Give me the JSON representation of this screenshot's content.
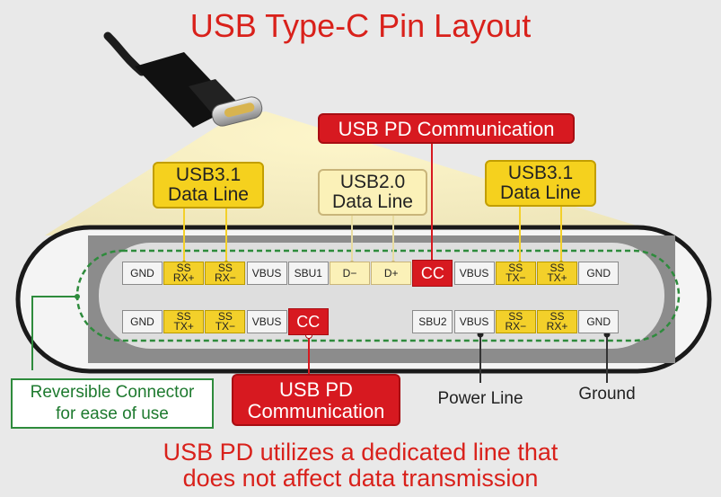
{
  "title": "USB Type-C Pin Layout",
  "callouts": {
    "usb31_left": [
      "USB3.1",
      "Data Line"
    ],
    "usb20": [
      "USB2.0",
      "Data Line"
    ],
    "usb31_right": [
      "USB3.1",
      "Data Line"
    ],
    "pd_top": "USB PD Communication",
    "pd_bottom": [
      "USB PD",
      "Communication"
    ],
    "reversible": [
      "Reversible Connector",
      "for ease of use"
    ],
    "power_line": "Power Line",
    "ground": "Ground"
  },
  "footer": [
    "USB PD utilizes a dedicated line that",
    "does not affect data transmission"
  ],
  "pins_top": [
    {
      "label": [
        "GND"
      ],
      "kind": "plain"
    },
    {
      "label": [
        "SS",
        "RX+"
      ],
      "kind": "ss"
    },
    {
      "label": [
        "SS",
        "RX−"
      ],
      "kind": "ss"
    },
    {
      "label": [
        "VBUS"
      ],
      "kind": "plain"
    },
    {
      "label": [
        "SBU1"
      ],
      "kind": "plain"
    },
    {
      "label": [
        "D−"
      ],
      "kind": "d"
    },
    {
      "label": [
        "D+"
      ],
      "kind": "d"
    },
    {
      "label": [
        "CC"
      ],
      "kind": "cc"
    },
    {
      "label": [
        "VBUS"
      ],
      "kind": "plain"
    },
    {
      "label": [
        "SS",
        "TX−"
      ],
      "kind": "ss"
    },
    {
      "label": [
        "SS",
        "TX+"
      ],
      "kind": "ss"
    },
    {
      "label": [
        "GND"
      ],
      "kind": "plain"
    }
  ],
  "pins_bottom": [
    {
      "label": [
        "GND"
      ],
      "kind": "plain"
    },
    {
      "label": [
        "SS",
        "TX+"
      ],
      "kind": "ss"
    },
    {
      "label": [
        "SS",
        "TX−"
      ],
      "kind": "ss"
    },
    {
      "label": [
        "VBUS"
      ],
      "kind": "plain"
    },
    {
      "label": [
        "CC"
      ],
      "kind": "cc"
    },
    {
      "label": [],
      "kind": "empty"
    },
    {
      "label": [],
      "kind": "empty"
    },
    {
      "label": [
        "SBU2"
      ],
      "kind": "plain"
    },
    {
      "label": [
        "VBUS"
      ],
      "kind": "plain"
    },
    {
      "label": [
        "SS",
        "RX−"
      ],
      "kind": "ss"
    },
    {
      "label": [
        "SS",
        "RX+"
      ],
      "kind": "ss"
    },
    {
      "label": [
        "GND"
      ],
      "kind": "plain"
    }
  ],
  "colors": {
    "title_red": "#d9211b",
    "usb31_yellow": "#f5d11e",
    "usb20_cream": "#fbf1b8",
    "pd_red": "#d71920",
    "reversible_green": "#2e8b3c",
    "housing_gray": "#8a8a8a",
    "background": "#e8e8e8"
  },
  "icons": [
    "usb-c-cable-icon"
  ]
}
